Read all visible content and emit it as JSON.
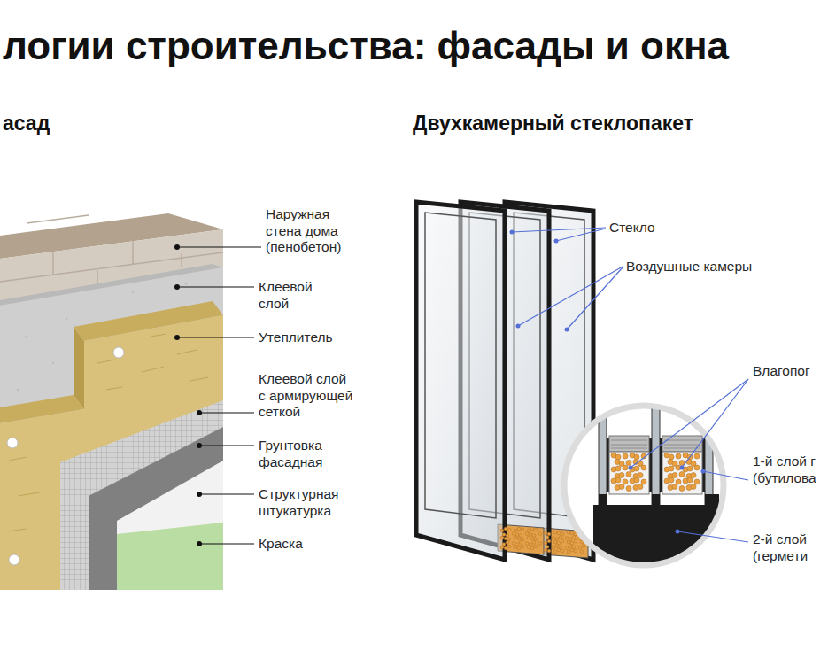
{
  "diagram": {
    "title": "логии строительства: фасады и окна",
    "labels": [
      "асад",
      "Двухкамерный стеклопакет",
      "Наружная стена дома (пенобетон)",
      "Клеевой слой",
      "Утеплитель",
      "Клеевой слой с армирующей сеткой",
      "Грунтовка фасадная",
      "Структурная штукатурка",
      "Краска",
      "Стекло",
      "Воздушные камеры",
      "Влагопог",
      "1-й слой г (бутилова",
      "2-й слой (гермети"
    ]
  }
}
